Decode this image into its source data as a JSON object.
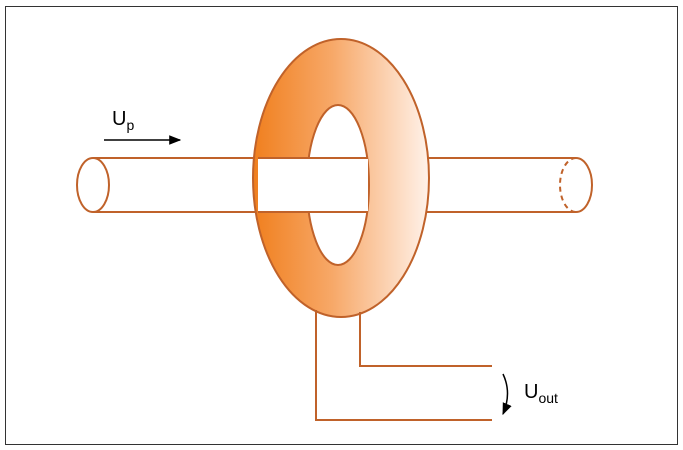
{
  "labels": {
    "input_main": "U",
    "input_sub": "p",
    "output_main": "U",
    "output_sub": "out"
  },
  "colors": {
    "wire": "#C0622A",
    "core_dark": "#F07F1E",
    "core_light": "#FFF2EA",
    "border": "#333333",
    "arrow": "#000000"
  }
}
